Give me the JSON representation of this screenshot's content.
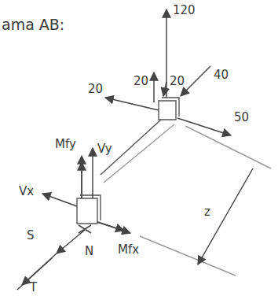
{
  "diagram": {
    "title": "ama AB:",
    "labels": [
      "120",
      "40",
      "20",
      "20",
      "20",
      "50",
      "Mfy",
      "Vy",
      "Vx",
      "S",
      "N",
      "T",
      "Mfx",
      "z"
    ]
  }
}
